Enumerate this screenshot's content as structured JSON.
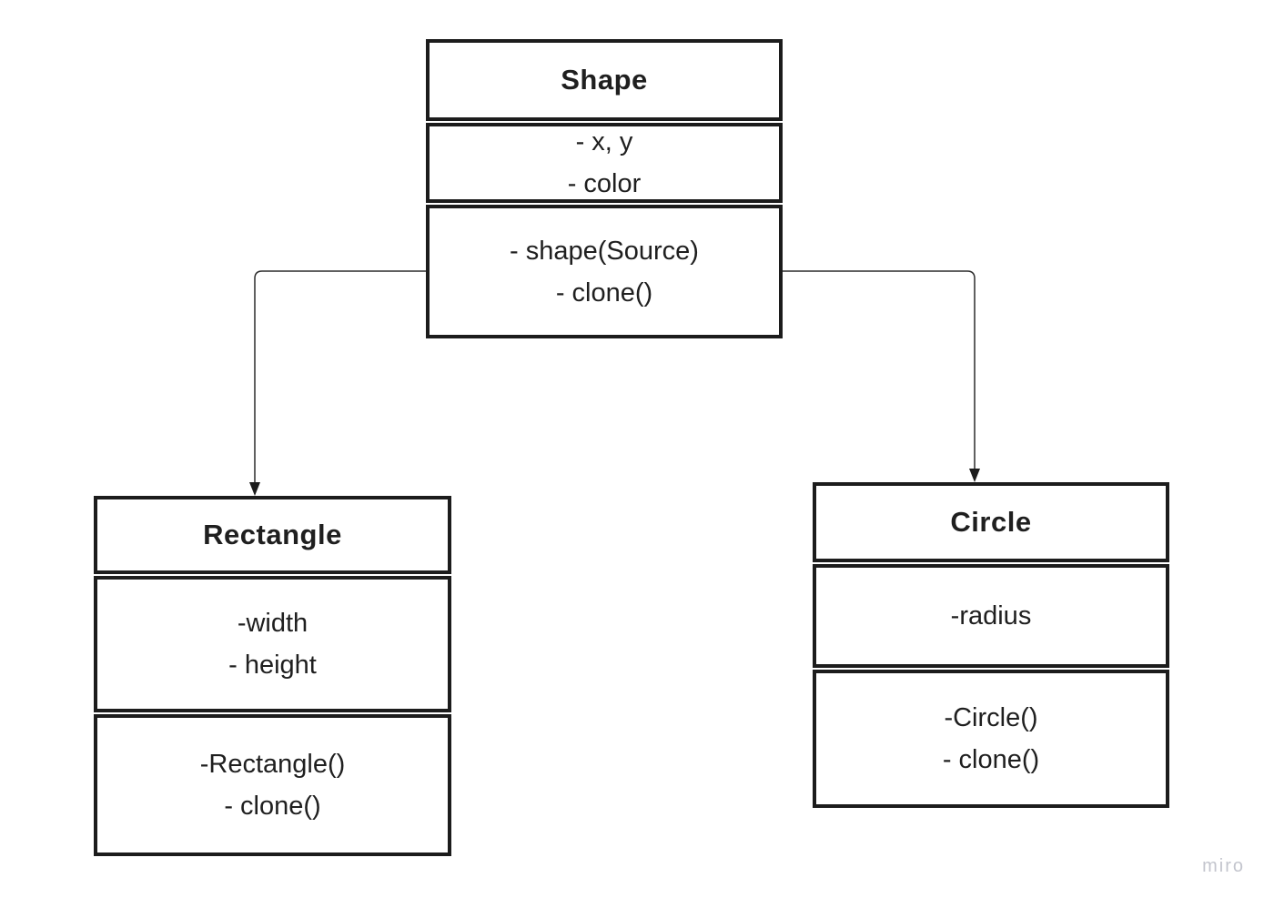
{
  "diagram": {
    "type": "uml-class-diagram",
    "background_color": "#ffffff",
    "box_border_color": "#1c1c1c",
    "text_color": "#1f1f1f",
    "connector_color": "#2b2b2b"
  },
  "classes": [
    {
      "id": "shape",
      "title": "Shape",
      "attributes": [
        "- x, y",
        "- color"
      ],
      "methods": [
        "- shape(Source)",
        "- clone()"
      ]
    },
    {
      "id": "rectangle",
      "title": "Rectangle",
      "attributes": [
        "-width",
        "- height"
      ],
      "methods": [
        "-Rectangle()",
        "- clone()"
      ]
    },
    {
      "id": "circle",
      "title": "Circle",
      "attributes": [
        "-radius"
      ],
      "methods": [
        "-Circle()",
        "- clone()"
      ]
    }
  ],
  "connectors": [
    {
      "from": "Shape",
      "to": "Rectangle",
      "style": "elbow-arrow-down"
    },
    {
      "from": "Shape",
      "to": "Circle",
      "style": "elbow-arrow-down"
    }
  ],
  "watermark": "miro"
}
